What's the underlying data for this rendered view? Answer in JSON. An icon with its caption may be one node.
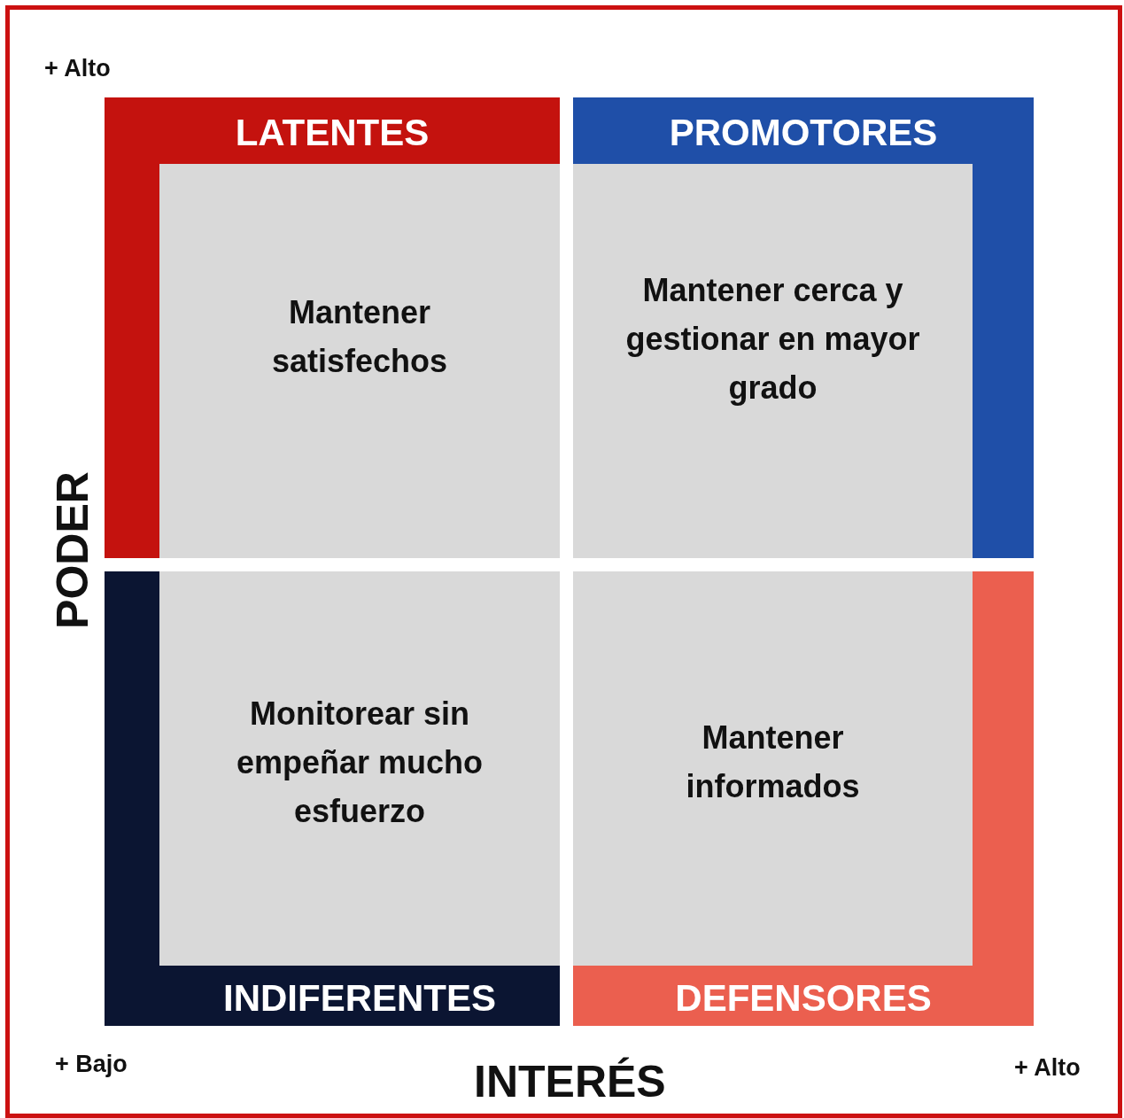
{
  "diagram": {
    "nodes": [
      {
        "text": [
          "LATENTES",
          "Mantener satisfechos"
        ]
      },
      {
        "text": [
          "PROMOTORES",
          "Mantener cerca y gestionar en mayor grado"
        ]
      },
      {
        "text": [
          "Monitorear sin empeñar mucho esfuerzo",
          "INDIFERENTES"
        ]
      },
      {
        "text": [
          "Mantener informados",
          "DEFENSORES"
        ]
      }
    ],
    "labels": [
      "+ Alto",
      "PODER",
      "+ Bajo",
      "INTERÉS",
      "+ Alto"
    ]
  }
}
